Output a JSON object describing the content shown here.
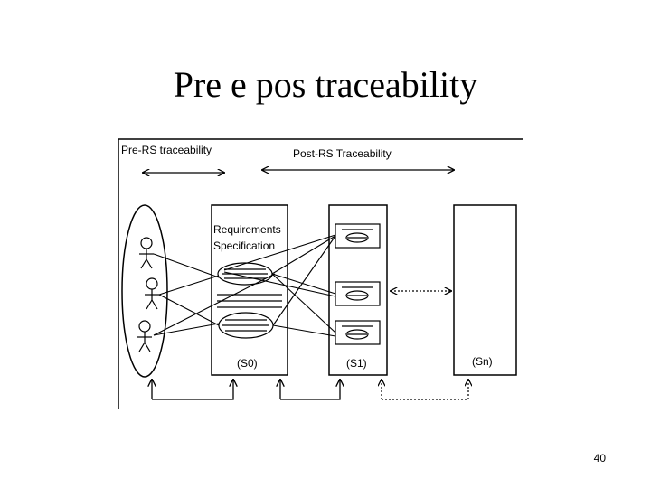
{
  "slide": {
    "title": "Pre e pos traceability",
    "page_number": "40"
  },
  "diagram": {
    "pre_rs_label": "Pre-RS traceability",
    "post_rs_label": "Post-RS Traceability",
    "requirements_label_line1": "Requirements",
    "requirements_label_line2": "Specification",
    "box_s0": "(S0)",
    "box_s1": "(S1)",
    "box_sn": "(Sn)"
  }
}
